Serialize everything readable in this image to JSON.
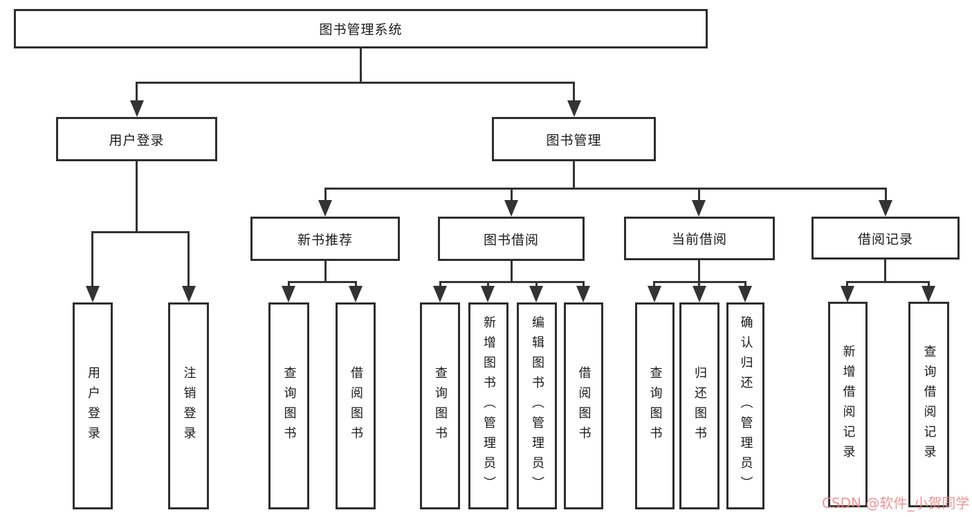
{
  "diagram": {
    "root_label": "图书管理系统",
    "branches": [
      {
        "label": "用户登录",
        "children": [
          {
            "label": "用户登录"
          },
          {
            "label": "注销登录"
          }
        ]
      },
      {
        "label": "图书管理",
        "children": [
          {
            "label": "新书推荐",
            "children": [
              {
                "label": "查询图书"
              },
              {
                "label": "借阅图书"
              }
            ]
          },
          {
            "label": "图书借阅",
            "children": [
              {
                "label": "查询图书"
              },
              {
                "label": "新增图书（管理员）"
              },
              {
                "label": "编辑图书（管理员）"
              },
              {
                "label": "借阅图书"
              }
            ]
          },
          {
            "label": "当前借阅",
            "children": [
              {
                "label": "查询图书"
              },
              {
                "label": "归还图书"
              },
              {
                "label": "确认归还（管理员）"
              }
            ]
          },
          {
            "label": "借阅记录",
            "children": [
              {
                "label": "新增借阅记录"
              },
              {
                "label": "查询借阅记录"
              }
            ]
          }
        ]
      }
    ]
  },
  "watermark": {
    "text": "CSDN @软件_小贺同学",
    "color": "#ec8282"
  },
  "colors": {
    "line": "#333333",
    "box_border": "#2e2e2e",
    "text": "#1a1a1a",
    "background": "#ffffff"
  }
}
